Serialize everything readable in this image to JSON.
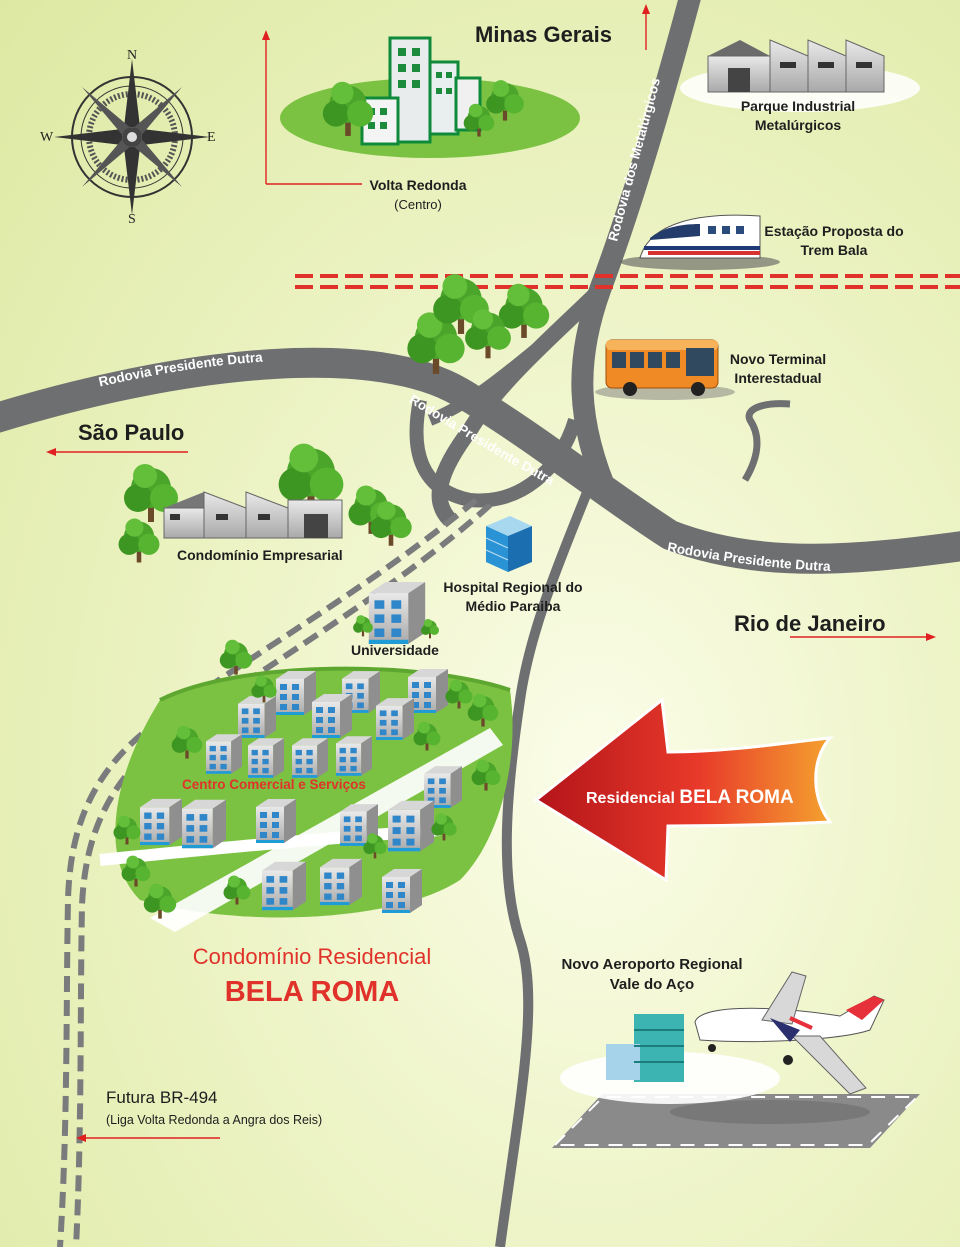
{
  "regions": {
    "minas_gerais": "Minas Gerais",
    "sao_paulo": "São Paulo",
    "rio_de_janeiro": "Rio de Janeiro"
  },
  "compass": {
    "n": "N",
    "s": "S",
    "e": "E",
    "w": "W"
  },
  "roads": {
    "dutra": "Rodovia Presidente Dutra",
    "metalurgicos": "Rodovia dos Metalúrgicos"
  },
  "places": {
    "volta_redonda": {
      "name": "Volta Redonda",
      "sub": "(Centro)"
    },
    "parque_industrial": {
      "line1": "Parque Industrial",
      "line2": "Metalúrgicos"
    },
    "estacao": {
      "line1": "Estação Proposta do",
      "line2": "Trem Bala"
    },
    "terminal": {
      "line1": "Novo Terminal",
      "line2": "Interestadual"
    },
    "condominio_empresarial": "Condomínio Empresarial",
    "hospital": {
      "line1": "Hospital Regional do",
      "line2": "Médio Paraiba"
    },
    "universidade": "Universidade",
    "centro_comercial": "Centro Comercial e Serviços",
    "aeroporto": {
      "line1": "Novo Aeroporto Regional",
      "line2": "Vale do Aço"
    }
  },
  "banner": {
    "prefix": "Residencial",
    "name": "BELA ROMA"
  },
  "condominio": {
    "line1": "Condomínio Residencial",
    "line2": "BELA ROMA"
  },
  "futura": {
    "title": "Futura BR-494",
    "sub": "(Liga Volta Redonda a Angra dos Reis)"
  },
  "colors": {
    "road": "#6e6f70",
    "accent_red": "#e0322b",
    "grass": "#7cc242",
    "tree": "#4aa52a"
  }
}
